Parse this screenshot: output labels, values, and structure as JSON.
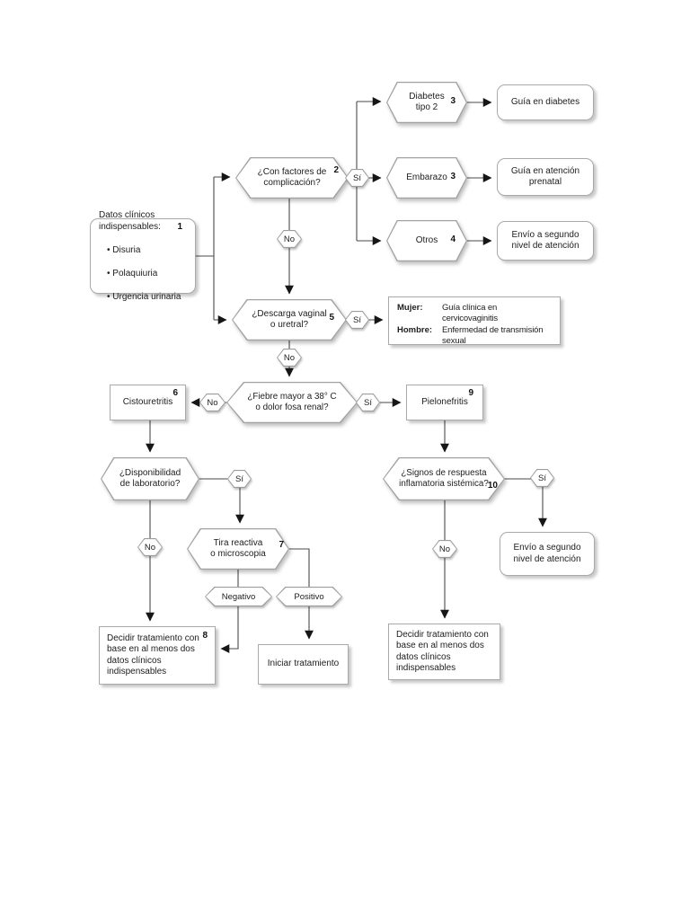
{
  "diagram": {
    "connector_labels": {
      "si": "Sí",
      "no": "No",
      "negativo": "Negativo",
      "positivo": "Positivo"
    },
    "nodes": {
      "datos": {
        "number": "1",
        "title": "Datos clínicos\nindispensables:",
        "items": [
          "• Disuria",
          "• Polaquiuria",
          "• Urgencia urinaria"
        ]
      },
      "con_factores": {
        "number": "2",
        "label": "¿Con factores de\ncomplicación?"
      },
      "diabetes": {
        "number": "3",
        "label": "Diabetes\ntipo 2"
      },
      "guia_diabetes": {
        "label": "Guía en diabetes"
      },
      "embarazo": {
        "number": "3",
        "label": "Embarazo"
      },
      "guia_prenatal": {
        "label": "Guía en atención\nprenatal"
      },
      "otros": {
        "number": "4",
        "label": "Otros"
      },
      "envio_segundo_1": {
        "label": "Envío a segundo\nnivel de atención"
      },
      "descarga": {
        "number": "5",
        "label": "¿Descarga vaginal\no uretral?"
      },
      "mujer_hombre": {
        "rows": [
          {
            "label": "Mujer:",
            "text": "Guía clínica en cervicovaginitis"
          },
          {
            "label": "Hombre:",
            "text": "Enfermedad de transmisión\nsexual"
          }
        ]
      },
      "fiebre": {
        "label": "¿Fiebre mayor a 38° C\no dolor fosa renal?"
      },
      "cistouretritis": {
        "number": "6",
        "label": "Cistouretritis"
      },
      "pielonefritis": {
        "number": "9",
        "label": "Pielonefritis"
      },
      "disponibilidad": {
        "label": "¿Disponibilidad\nde laboratorio?"
      },
      "signos": {
        "number": "10",
        "label": "¿Signos de respuesta\ninflamatoria sistémica?"
      },
      "tira": {
        "number": "7",
        "label": "Tira reactiva\no microscopia"
      },
      "decidir_izquierda": {
        "number": "8",
        "label": "Decidir tratamiento con\nbase en al menos dos\ndatos clínicos\nindispensables"
      },
      "iniciar": {
        "label": "Iniciar tratamiento"
      },
      "decidir_derecha": {
        "label": "Decidir tratamiento con\nbase en al menos dos\ndatos clínicos\nindispensables"
      },
      "envio_segundo_2": {
        "label": "Envío a segundo\nnivel de atención"
      }
    }
  }
}
